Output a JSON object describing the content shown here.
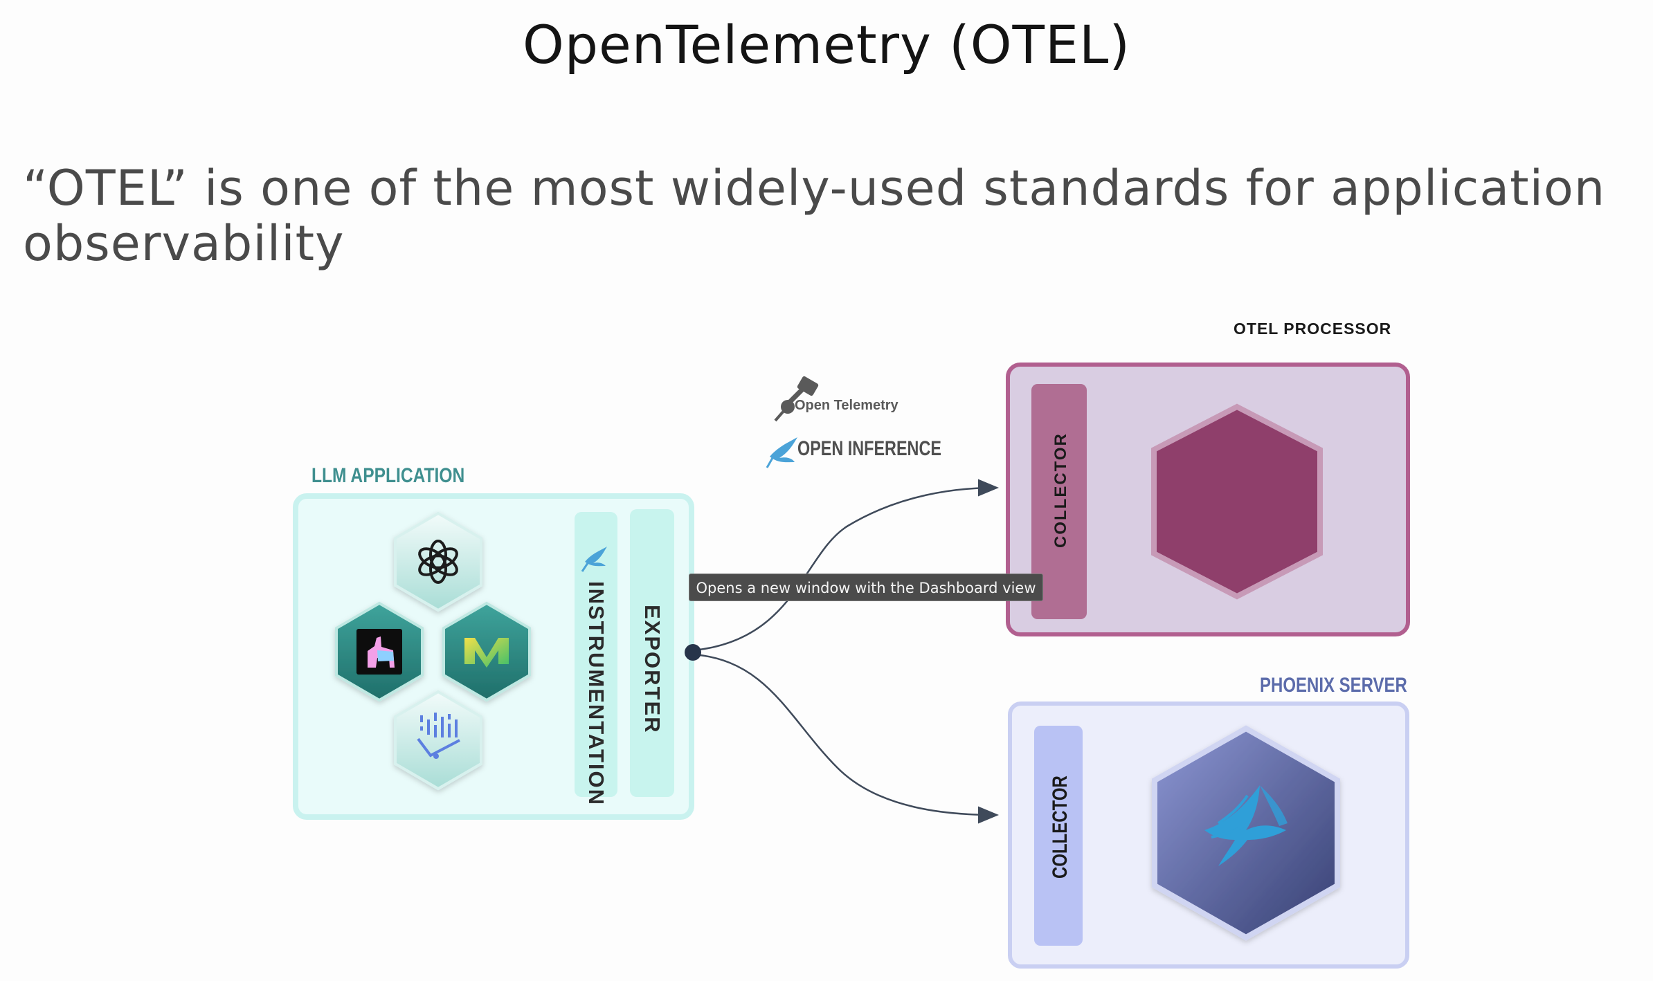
{
  "title": "OpenTelemetry (OTEL)",
  "subtitle": "“OTEL” is one of the most widely-used standards for application observability",
  "diagram": {
    "llm_app": {
      "label": "LLM APPLICATION",
      "instrumentation_label": "INSTRUMENTATION",
      "exporter_label": "EXPORTER",
      "icons": [
        "openai-icon",
        "llamaindex-icon",
        "weaviate-icon",
        "dspy-icon"
      ]
    },
    "brands": {
      "opentelemetry": "Open Telemetry",
      "openinference": "OPEN INFERENCE"
    },
    "otel_processor": {
      "label": "OTEL PROCESSOR",
      "collector_label": "COLLECTOR"
    },
    "phoenix_server": {
      "label": "PHOENIX SERVER",
      "collector_label": "COLLECTOR"
    }
  },
  "tooltip": "Opens a new window with the Dashboard view",
  "colors": {
    "llm_app_accent": "#3f8f8f",
    "otel_accent": "#a85a82",
    "phoenix_accent": "#5c6cab"
  }
}
